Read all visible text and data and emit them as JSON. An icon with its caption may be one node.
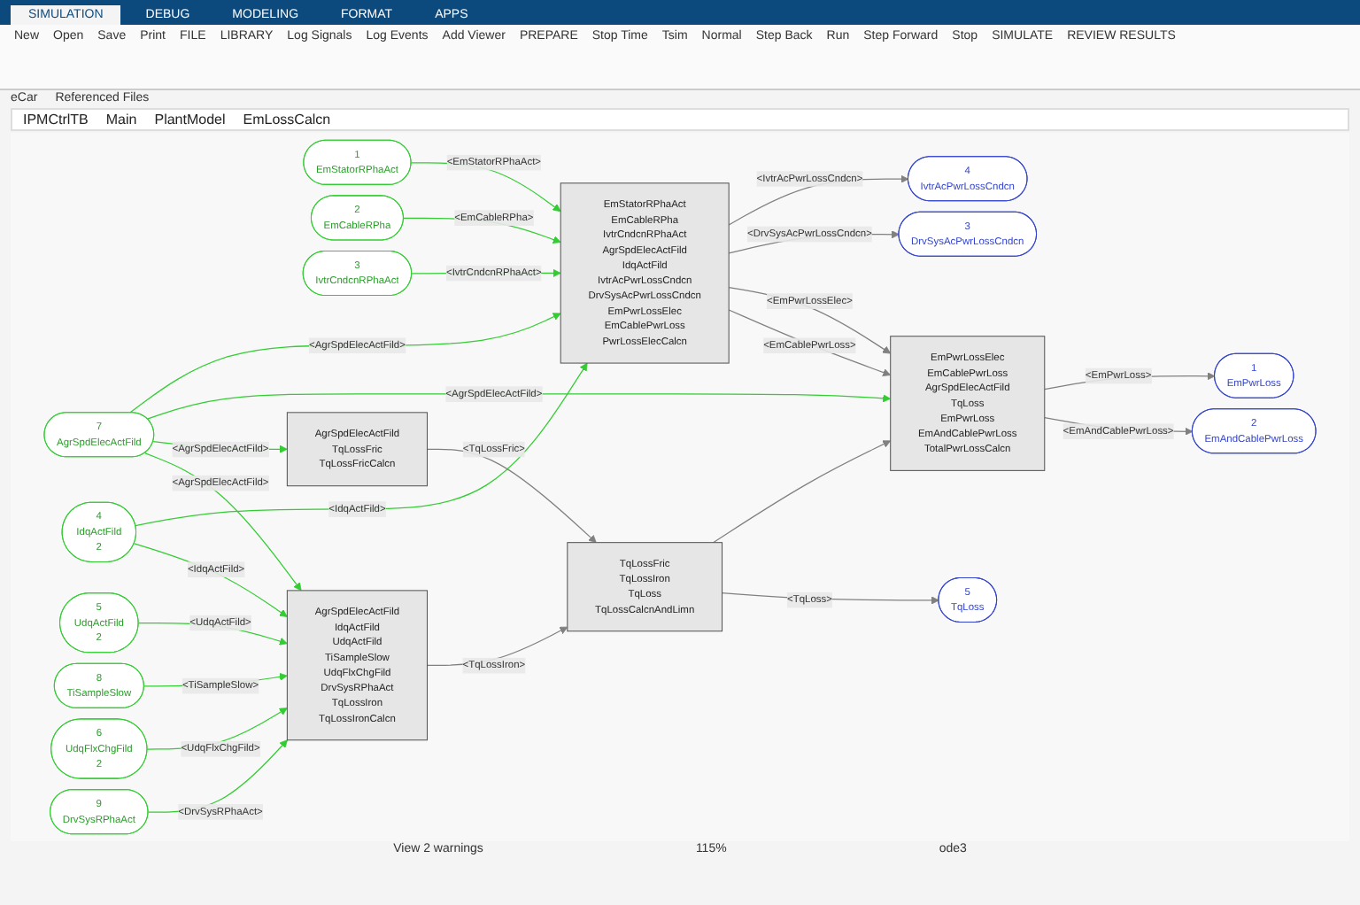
{
  "diagram": {
    "nodes": [
      {
        "text": [
          "1",
          "EmStatorRPhaAct"
        ]
      },
      {
        "text": [
          "2",
          "EmCableRPha"
        ]
      },
      {
        "text": [
          "3",
          "IvtrCndcnRPhaAct"
        ]
      },
      {
        "text": [
          "7",
          "AgrSpdElecActFild"
        ]
      },
      {
        "text": [
          "4",
          "IdqActFild",
          "2"
        ]
      },
      {
        "text": [
          "5",
          "UdqActFild",
          "2"
        ]
      },
      {
        "text": [
          "8",
          "TiSampleSlow"
        ]
      },
      {
        "text": [
          "6",
          "UdqFlxChgFild",
          "2"
        ]
      },
      {
        "text": [
          "9",
          "DrvSysRPhaAct"
        ]
      },
      {
        "text": [
          "EmStatorRPhaAct",
          "EmCableRPha",
          "IvtrCndcnRPhaAct",
          "AgrSpdElecActFild",
          "IdqActFild",
          "IvtrAcPwrLossCndcn",
          "DrvSysAcPwrLossCndcn",
          "EmPwrLossElec",
          "EmCablePwrLoss",
          "PwrLossElecCalcn"
        ]
      },
      {
        "text": [
          "AgrSpdElecActFild",
          "TqLossFric",
          "TqLossFricCalcn"
        ]
      },
      {
        "text": [
          "AgrSpdElecActFild",
          "IdqActFild",
          "UdqActFild",
          "TiSampleSlow",
          "UdqFlxChgFild",
          "DrvSysRPhaAct",
          "TqLossIron",
          "TqLossIronCalcn"
        ]
      },
      {
        "text": [
          "TqLossFric",
          "TqLossIron",
          "TqLoss",
          "TqLossCalcnAndLimn"
        ]
      },
      {
        "text": [
          "EmPwrLossElec",
          "EmCablePwrLoss",
          "AgrSpdElecActFild",
          "TqLoss",
          "EmPwrLoss",
          "EmAndCablePwrLoss",
          "TotalPwrLossCalcn"
        ]
      },
      {
        "text": [
          "4",
          "IvtrAcPwrLossCndcn"
        ]
      },
      {
        "text": [
          "3",
          "DrvSysAcPwrLossCndcn"
        ]
      },
      {
        "text": [
          "1",
          "EmPwrLoss"
        ]
      },
      {
        "text": [
          "2",
          "EmAndCablePwrLoss"
        ]
      },
      {
        "text": [
          "5",
          "TqLoss"
        ]
      }
    ],
    "edges": [
      {
        "from": 0,
        "to": 9,
        "arrow": "to",
        "label": "<EmStatorRPhaAct>"
      },
      {
        "from": 1,
        "to": 9,
        "arrow": "to",
        "label": "<EmCableRPha>"
      },
      {
        "from": 2,
        "to": 9,
        "arrow": "to",
        "label": "<IvtrCndcnRPhaAct>"
      },
      {
        "from": 3,
        "to": 9,
        "arrow": "to",
        "label": "<AgrSpdElecActFild>"
      },
      {
        "from": 4,
        "to": 9,
        "arrow": "to",
        "label": "<IdqActFild>"
      },
      {
        "from": 3,
        "to": 13,
        "arrow": "to",
        "label": "<AgrSpdElecActFild>"
      },
      {
        "from": 3,
        "to": 10,
        "arrow": "to",
        "label": "<AgrSpdElecActFild>"
      },
      {
        "from": 3,
        "to": 11,
        "arrow": "to",
        "label": "<AgrSpdElecActFild>"
      },
      {
        "from": 4,
        "to": 11,
        "arrow": "to",
        "label": "<IdqActFild>"
      },
      {
        "from": 5,
        "to": 11,
        "arrow": "to",
        "label": "<UdqActFild>"
      },
      {
        "from": 6,
        "to": 11,
        "arrow": "to",
        "label": "<TiSampleSlow>"
      },
      {
        "from": 7,
        "to": 11,
        "arrow": "to",
        "label": "<UdqFlxChgFild>"
      },
      {
        "from": 8,
        "to": 11,
        "arrow": "to",
        "label": "<DrvSysRPhaAct>"
      },
      {
        "from": 9,
        "to": 14,
        "arrow": "to",
        "label": "<IvtrAcPwrLossCndcn>",
        "color": "#808080"
      },
      {
        "from": 9,
        "to": 15,
        "arrow": "to",
        "label": "<DrvSysAcPwrLossCndcn>",
        "color": "#808080"
      },
      {
        "from": 9,
        "to": 13,
        "arrow": "to",
        "label": "<EmPwrLossElec>",
        "color": "#808080"
      },
      {
        "from": 9,
        "to": 13,
        "arrow": "to",
        "label": "<EmCablePwrLoss>",
        "color": "#808080"
      },
      {
        "from": 10,
        "to": 12,
        "arrow": "to",
        "label": "<TqLossFric>",
        "color": "#808080"
      },
      {
        "from": 11,
        "to": 12,
        "arrow": "to",
        "label": "<TqLossIron>",
        "color": "#808080"
      },
      {
        "from": 12,
        "to": 13,
        "arrow": "to",
        "color": "#808080"
      },
      {
        "from": 12,
        "to": 18,
        "arrow": "to",
        "label": "<TqLoss>",
        "color": "#808080"
      },
      {
        "from": 13,
        "to": 16,
        "arrow": "to",
        "label": "<EmPwrLoss>",
        "color": "#808080"
      },
      {
        "from": 13,
        "to": 17,
        "arrow": "to",
        "label": "<EmAndCablePwrLoss>",
        "color": "#808080"
      }
    ],
    "labels": [
      "SIMULATION",
      "DEBUG",
      "MODELING",
      "FORMAT",
      "APPS",
      "New",
      "Open",
      "Save",
      "Print",
      "FILE",
      "LIBRARY",
      "Log Signals",
      "Log Events",
      "Add Viewer",
      "PREPARE",
      "Stop Time",
      "Tsim",
      "Normal",
      "Step Back",
      "Run",
      "Step Forward",
      "Stop",
      "SIMULATE",
      "REVIEW RESULTS",
      "eCar",
      "Referenced Files",
      "IPMCtrlTB",
      "Main",
      "PlantModel",
      "EmLossCalcn",
      "View 2 warnings",
      "115%",
      "ode3"
    ]
  }
}
